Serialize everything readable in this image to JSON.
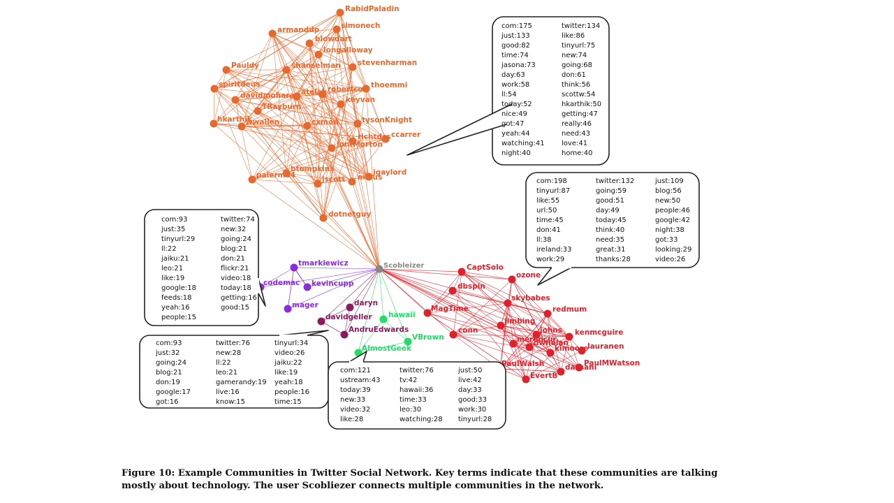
{
  "colors": {
    "orange": "#e8692e",
    "purple": "#8a2be2",
    "maroon": "#8b1a5e",
    "green": "#22dd66",
    "red": "#e0202a",
    "hub": "#888888"
  },
  "hub": {
    "label": "Scobleizer",
    "color": "#888888"
  },
  "communities": [
    {
      "id": "orange",
      "color": "#e8692e",
      "nodes": [
        "RabidPaladin",
        "simonech",
        "armanddp",
        "blowdart",
        "longalloway",
        "Pauldy",
        "shanselman",
        "stevenharman",
        "spiritdeus",
        "davidmoharan",
        "atelsh",
        "robertcon",
        "thoemmi",
        "TRayburn",
        "keyvan",
        "tysonKnight",
        "hkarthik",
        "wwallen",
        "cxmon",
        "ccarrer",
        "richtdcs",
        "jontMorton",
        "btompkins",
        "jgaylord",
        "palerm64",
        "jscott",
        "malus",
        "dotnetguy"
      ]
    },
    {
      "id": "purple",
      "color": "#8a2be2",
      "nodes": [
        "tmarkiewicz",
        "codemac",
        "kevincupp",
        "mager"
      ]
    },
    {
      "id": "maroon",
      "color": "#8b1a5e",
      "nodes": [
        "daryn",
        "davidgeller",
        "AndruEdwards"
      ]
    },
    {
      "id": "green",
      "color": "#22dd66",
      "nodes": [
        "hawaii",
        "VBrown",
        "AlmostGeek"
      ]
    },
    {
      "id": "red",
      "color": "#e0202a",
      "nodes": [
        "CaptSolo",
        "ozone",
        "dbspin",
        "skybabes",
        "MagTime",
        "redmum",
        "conn",
        "jimbing",
        "johns",
        "kenmcguire",
        "dwhelan",
        "merencur",
        "lauranen",
        "kimoore",
        "PaulWalsh",
        "PaulMWatson",
        "dassani",
        "EvertB"
      ]
    }
  ],
  "bubbles": [
    {
      "community": "orange",
      "columns": [
        [
          "com:175",
          "just:133",
          "good:82",
          "time:74",
          "jasona:73",
          "day:63",
          "work:58",
          "ll:54",
          "today:52",
          "nice:49",
          "got:47",
          "yeah:44",
          "watching:41",
          "night:40"
        ],
        [
          "twitter:134",
          "like:86",
          "tinyurl:75",
          "new:74",
          "going:68",
          "don:61",
          "think:56",
          "scottw:54",
          "hkarthik:50",
          "getting:47",
          "really:46",
          "need:43",
          "love:41",
          "home:40"
        ]
      ]
    },
    {
      "community": "red",
      "columns": [
        [
          "com:198",
          "tinyurl:87",
          "like:55",
          "url:50",
          "time:45",
          "don:41",
          "ll:38",
          "ireland:33",
          "work:29"
        ],
        [
          "twitter:132",
          "going:59",
          "good:51",
          "day:49",
          "today:45",
          "think:40",
          "need:35",
          "great:31",
          "thanks:28"
        ],
        [
          "just:109",
          "blog:56",
          "new:50",
          "people:46",
          "google:42",
          "night:38",
          "got:33",
          "looking:29",
          "video:26"
        ]
      ]
    },
    {
      "community": "purple",
      "columns": [
        [
          "com:93",
          "just:35",
          "tinyurl:29",
          "ll:22",
          "jaiku:21",
          "leo:21",
          "like:19",
          "google:18",
          "feeds:18",
          "yeah:16",
          "people:15"
        ],
        [
          "twitter:74",
          "new:32",
          "going:24",
          "blog:21",
          "don:21",
          "flickr:21",
          "video:18",
          "today:18",
          "getting:16",
          "good:15"
        ]
      ]
    },
    {
      "community": "maroon",
      "columns": [
        [
          "com:93",
          "just:32",
          "going:24",
          "blog:21",
          "don:19",
          "google:17",
          "got:16"
        ],
        [
          "twitter:76",
          "new:28",
          "ll:22",
          "leo:21",
          "gamerandy:19",
          "live:16",
          "know:15"
        ],
        [
          "tinyurl:34",
          "video:26",
          "jaiku:22",
          "like:19",
          "yeah:18",
          "people:16",
          "time:15"
        ]
      ]
    },
    {
      "community": "green",
      "columns": [
        [
          "com:121",
          "ustream:43",
          "today:39",
          "new:33",
          "video:32",
          "like:28"
        ],
        [
          "twitter:76",
          "tv:42",
          "hawaii:36",
          "time:33",
          "leo:30",
          "watching:28"
        ],
        [
          "just:50",
          "live:42",
          "day:33",
          "good:33",
          "work:30",
          "tinyurl:28"
        ]
      ]
    }
  ],
  "caption": "Figure 10: Example Communities in Twitter Social Network. Key terms indicate that these communities are talking mostly about technology. The user Scobliezer connects multiple communities in the network."
}
